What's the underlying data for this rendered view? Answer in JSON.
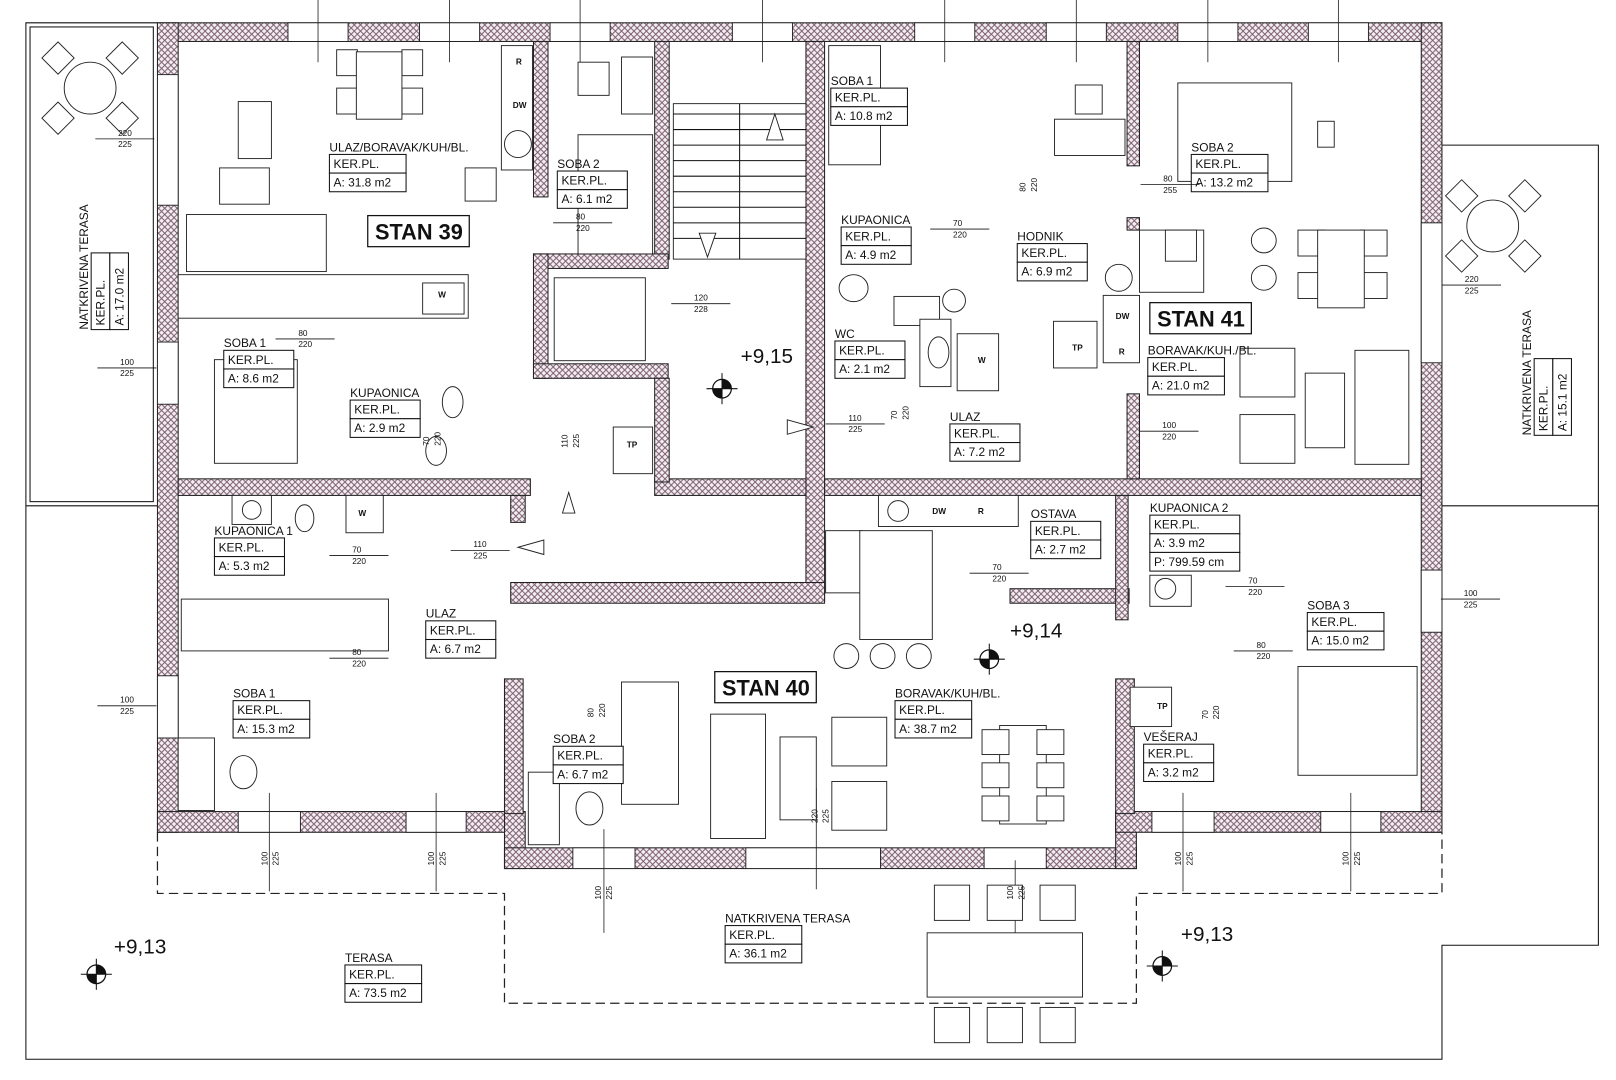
{
  "plan": {
    "apartments": [
      {
        "title": "STAN 39",
        "rooms": [
          {
            "name": "ULAZ/BORAVAK/KUH/BL.",
            "floor": "KER.PL.",
            "area": "A: 31.8 m2"
          },
          {
            "name": "SOBA 2",
            "floor": "KER.PL.",
            "area": "A: 6.1 m2"
          },
          {
            "name": "SOBA 1",
            "floor": "KER.PL.",
            "area": "A: 8.6 m2"
          },
          {
            "name": "KUPAONICA",
            "floor": "KER.PL.",
            "area": "A: 2.9 m2"
          }
        ]
      },
      {
        "title": "STAN 41",
        "rooms": [
          {
            "name": "SOBA 1",
            "floor": "KER.PL.",
            "area": "A: 10.8 m2"
          },
          {
            "name": "SOBA 2",
            "floor": "KER.PL.",
            "area": "A: 13.2 m2"
          },
          {
            "name": "KUPAONICA",
            "floor": "KER.PL.",
            "area": "A: 4.9 m2"
          },
          {
            "name": "HODNIK",
            "floor": "KER.PL.",
            "area": "A: 6.9 m2"
          },
          {
            "name": "WC",
            "floor": "KER.PL.",
            "area": "A: 2.1 m2"
          },
          {
            "name": "ULAZ",
            "floor": "KER.PL.",
            "area": "A: 7.2 m2"
          },
          {
            "name": "BORAVAK/KUH./BL.",
            "floor": "KER.PL.",
            "area": "A: 21.0 m2"
          }
        ]
      },
      {
        "title": "STAN 40",
        "rooms": [
          {
            "name": "KUPAONICA 1",
            "floor": "KER.PL.",
            "area": "A: 5.3 m2"
          },
          {
            "name": "ULAZ",
            "floor": "KER.PL.",
            "area": "A: 6.7 m2"
          },
          {
            "name": "SOBA 1",
            "floor": "KER.PL.",
            "area": "A: 15.3 m2"
          },
          {
            "name": "SOBA 2",
            "floor": "KER.PL.",
            "area": "A: 6.7 m2"
          },
          {
            "name": "BORAVAK/KUH/BL.",
            "floor": "KER.PL.",
            "area": "A: 38.7 m2"
          },
          {
            "name": "OSTAVA",
            "floor": "KER.PL.",
            "area": "A: 2.7 m2"
          },
          {
            "name": "KUPAONICA 2",
            "floor": "KER.PL.",
            "area": "A: 3.9 m2",
            "extra": "P: 799.59 cm"
          },
          {
            "name": "SOBA 3",
            "floor": "KER.PL.",
            "area": "A: 15.0 m2"
          },
          {
            "name": "VEŠERAJ",
            "floor": "KER.PL.",
            "area": "A: 3.2 m2"
          }
        ]
      }
    ],
    "terraces": [
      {
        "name": "NATKRIVENA TERASA",
        "floor": "KER.PL.",
        "area": "A: 17.0 m2"
      },
      {
        "name": "NATKRIVENA TERASA",
        "floor": "KER.PL.",
        "area": "A: 15.1 m2"
      },
      {
        "name": "NATKRIVENA TERASA",
        "floor": "KER.PL.",
        "area": "A: 36.1 m2"
      },
      {
        "name": "TERASA",
        "floor": "KER.PL.",
        "area": "A: 73.5 m2"
      }
    ],
    "levels": [
      "+9,15",
      "+9,14",
      "+9,13",
      "+9,13"
    ],
    "appliances": [
      "R",
      "DW",
      "W",
      "TP",
      "W",
      "DW",
      "R",
      "TP",
      "DW",
      "R",
      "TP",
      "W"
    ],
    "dims": [
      [
        "220",
        "225"
      ],
      [
        "80",
        "220"
      ],
      [
        "80",
        "220"
      ],
      [
        "100",
        "225"
      ],
      [
        "120",
        "228"
      ],
      [
        "110",
        "225"
      ],
      [
        "70",
        "220"
      ],
      [
        "80",
        "220"
      ],
      [
        "80",
        "255"
      ],
      [
        "70",
        "220"
      ],
      [
        "110",
        "225"
      ],
      [
        "70",
        "220"
      ],
      [
        "100",
        "220"
      ],
      [
        "220",
        "225"
      ],
      [
        "70",
        "220"
      ],
      [
        "110",
        "225"
      ],
      [
        "80",
        "220"
      ],
      [
        "100",
        "225"
      ],
      [
        "80",
        "220"
      ],
      [
        "70",
        "220"
      ],
      [
        "70",
        "220"
      ],
      [
        "80",
        "220"
      ],
      [
        "100",
        "225"
      ],
      [
        "70",
        "220"
      ],
      [
        "220",
        "225"
      ],
      [
        "100",
        "225"
      ],
      [
        "100",
        "225"
      ],
      [
        "100",
        "225"
      ],
      [
        "100",
        "225"
      ],
      [
        "100",
        "225"
      ],
      [
        "100",
        "225"
      ]
    ]
  }
}
